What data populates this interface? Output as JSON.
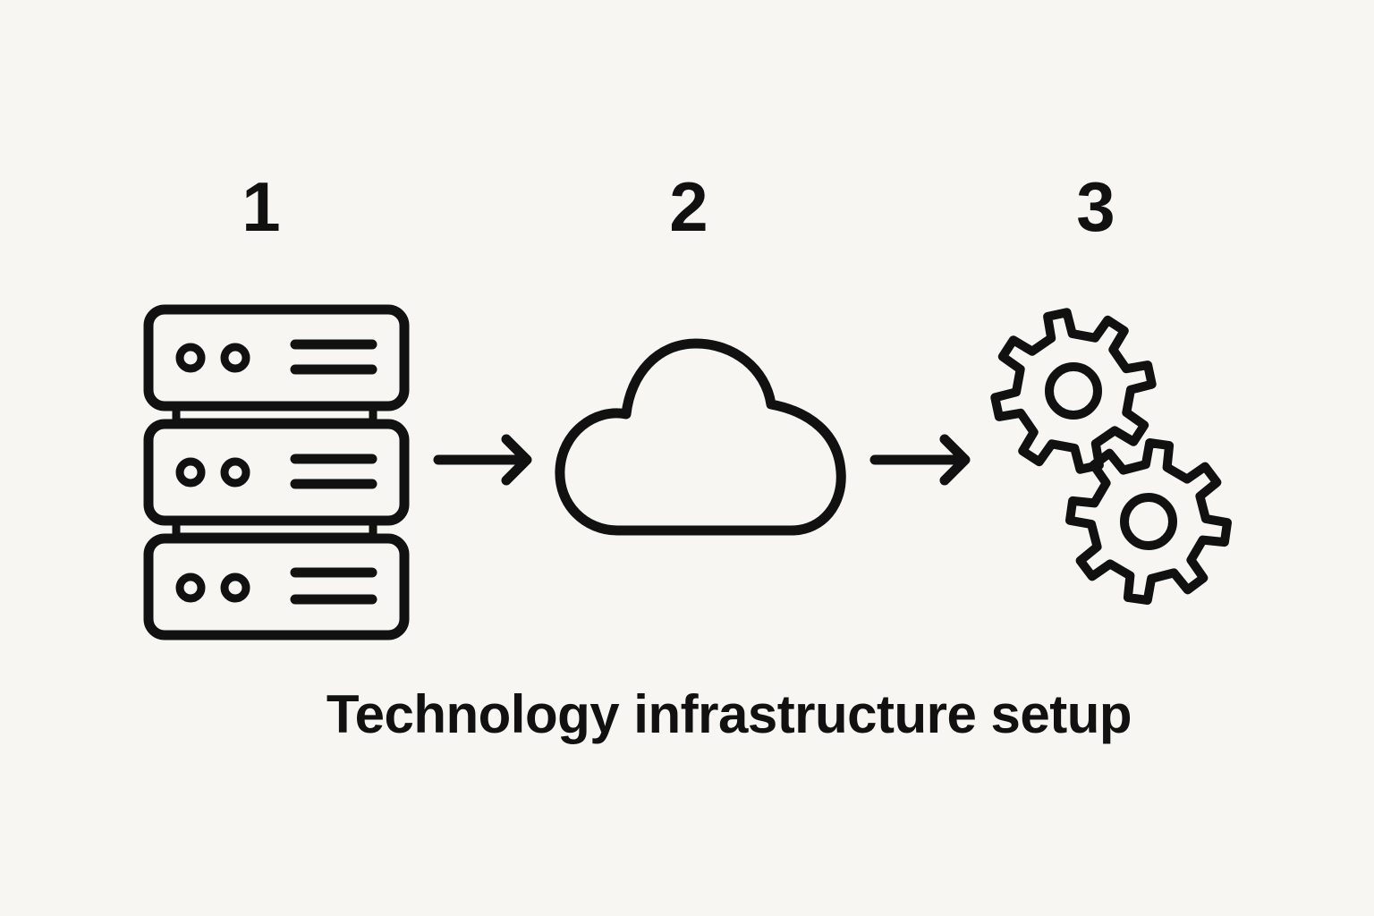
{
  "steps": [
    {
      "number": "1",
      "icon": "server-rack-icon"
    },
    {
      "number": "2",
      "icon": "cloud-icon"
    },
    {
      "number": "3",
      "icon": "gears-icon"
    }
  ],
  "caption": "Technology infrastructure setup",
  "colors": {
    "background": "#f7f6f2",
    "stroke": "#111111"
  }
}
